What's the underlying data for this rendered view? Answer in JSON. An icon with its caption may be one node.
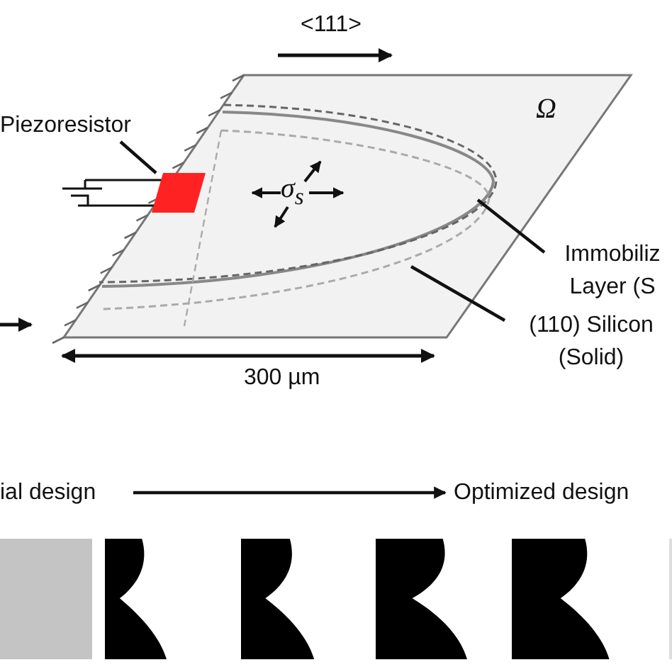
{
  "diagram": {
    "nodes": [
      {
        "text": [
          "Piezoresistor"
        ]
      },
      {
        "text": [],
        "shape": "box"
      },
      {
        "text": [
          "Immobiliz Layer (S"
        ]
      },
      {
        "text": [
          "(110) Silicon (Solid)"
        ]
      },
      {
        "text": [
          "ial design"
        ]
      },
      {
        "text": [
          "Optimized design"
        ]
      }
    ],
    "edges": [
      {
        "from": 0,
        "to": 1,
        "arrow": "none"
      },
      {
        "from": 2,
        "to": null,
        "arrow": "none"
      },
      {
        "from": 3,
        "to": null,
        "arrow": "none"
      },
      {
        "from": 4,
        "to": 5,
        "arrow": "to"
      }
    ],
    "labels": [
      "<111>",
      "Ω",
      "σ$_{s}$",
      "300 µm"
    ]
  }
}
